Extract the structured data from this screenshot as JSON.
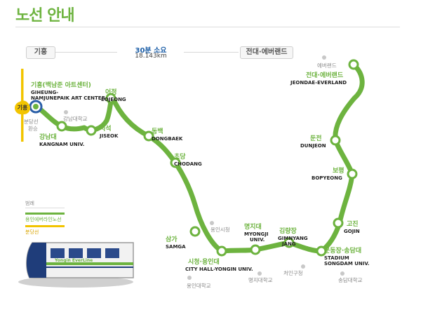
{
  "title": "노선 안내",
  "route_summary": {
    "start": "기흥",
    "end": "전대·에버랜드",
    "duration": "30분 소요",
    "distance": "18.143km"
  },
  "transfer": {
    "badge": "기흥",
    "note_line1": "분당선",
    "note_line2": "환승"
  },
  "colors": {
    "line": "#6db33f",
    "station_label": "#6db33f",
    "connection": "#f2c400",
    "distance_text": "#1d5fa8"
  },
  "stations": [
    {
      "ko": "기흥(백남준 아트센터)",
      "en": [
        "GIHEUNG-",
        "NAMJUNEPAIK ART CENTER"
      ]
    },
    {
      "ko": "강남대",
      "en": [
        "KANGNAM UNIV."
      ]
    },
    {
      "ko": "지석",
      "en": [
        "JISEOK"
      ]
    },
    {
      "ko": "어정",
      "en": [
        "EOJEONG"
      ]
    },
    {
      "ko": "동백",
      "en": [
        "DONGBAEK"
      ]
    },
    {
      "ko": "초당",
      "en": [
        "CHODANG"
      ]
    },
    {
      "ko": "삼가",
      "en": [
        "SAMGA"
      ]
    },
    {
      "ko": "시청·용인대",
      "en": [
        "CITY HALL-YONGIN UNIV."
      ]
    },
    {
      "ko": "명지대",
      "en": [
        "MYONGJI",
        "UNIV."
      ]
    },
    {
      "ko": "김량장",
      "en": [
        "GIMNYANG",
        "JANG"
      ]
    },
    {
      "ko": "운동장·송담대",
      "en": [
        "STADIUM",
        "SONGDAM UNIV."
      ]
    },
    {
      "ko": "고진",
      "en": [
        "GOJIN"
      ]
    },
    {
      "ko": "보평",
      "en": [
        "BOPYEONG"
      ]
    },
    {
      "ko": "둔전",
      "en": [
        "DUNJEON"
      ]
    },
    {
      "ko": "전대·에버랜드",
      "en": [
        "JEONDAE-EVERLAND"
      ]
    }
  ],
  "landmarks": [
    "강남대학교",
    "용인시청",
    "용인대학교",
    "명지대학교",
    "처인구청",
    "송담대학교",
    "에버랜드"
  ],
  "legend": {
    "title": "범례",
    "items": [
      {
        "label": "용인에버라인노선",
        "color": "#6db33f"
      },
      {
        "label": "분당선",
        "color": "#f2c400"
      }
    ]
  },
  "train": {
    "logo": "Yongin EverLine"
  }
}
